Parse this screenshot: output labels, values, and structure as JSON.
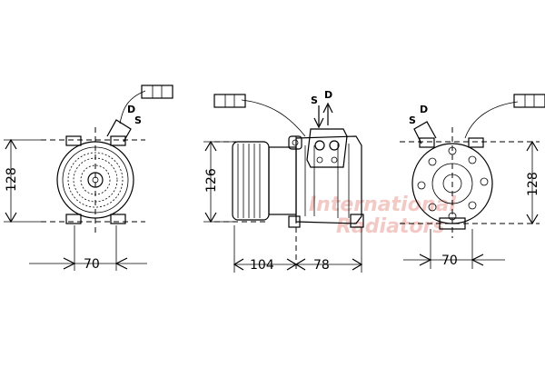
{
  "views": {
    "front": {
      "width_dim": "70",
      "height_dim": "128",
      "port_d": "D",
      "port_s": "S"
    },
    "side": {
      "height_dim": "126",
      "length_left": "104",
      "length_right": "78",
      "port_s": "S",
      "port_d": "D"
    },
    "rear": {
      "width_dim": "70",
      "height_dim": "128",
      "port_d": "D",
      "port_s": "S"
    }
  },
  "watermark": {
    "line1": "International",
    "line2": "Radiators"
  },
  "colors": {
    "line": "#000000",
    "watermark": "#f2c9c4"
  },
  "icons": [
    "arrow-down-icon",
    "arrow-up-icon",
    "electrical-connector-icon"
  ]
}
